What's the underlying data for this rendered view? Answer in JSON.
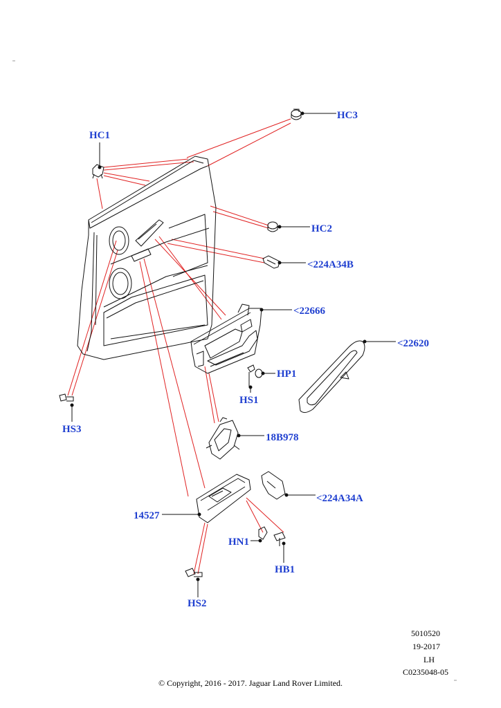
{
  "colors": {
    "callout_text": "#1f3fd0",
    "leader_red": "#e02020",
    "part_line": "#111111"
  },
  "callouts": {
    "hc3": "HC3",
    "hc1": "HC1",
    "hc2": "HC2",
    "p224a34b": "<224A34B",
    "p22666": "<22666",
    "p22620": "<22620",
    "hp1": "HP1",
    "hs1": "HS1",
    "hs3": "HS3",
    "p18b978": "18B978",
    "p224a34a": "<224A34A",
    "p14527": "14527",
    "hn1": "HN1",
    "hb1": "HB1",
    "hs2": "HS2"
  },
  "meta": {
    "ref_number": "5010520",
    "date_range": "19-2017",
    "side": "LH",
    "illustration_code": "C0235048-05",
    "copyright": "© Copyright, 2016 - 2017. Jaguar Land Rover Limited."
  }
}
